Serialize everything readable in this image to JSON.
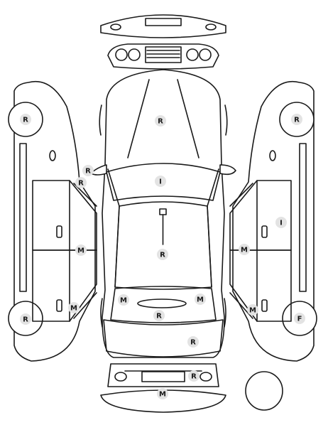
{
  "diagram": {
    "title": "",
    "markers": [
      {
        "id": "m-roof",
        "code": "R"
      },
      {
        "id": "m-windshield",
        "code": "I"
      },
      {
        "id": "m-left-front-wheel",
        "code": "R"
      },
      {
        "id": "m-left-mirror",
        "code": "R"
      },
      {
        "id": "m-left-front-fender",
        "code": "R"
      },
      {
        "id": "m-right-front-wheel",
        "code": "R"
      },
      {
        "id": "m-right-front-door",
        "code": "I"
      },
      {
        "id": "m-left-front-door",
        "code": "M"
      },
      {
        "id": "m-right-front-door-low",
        "code": "M"
      },
      {
        "id": "m-hood",
        "code": "R"
      },
      {
        "id": "m-trunk-left",
        "code": "M"
      },
      {
        "id": "m-trunk-right",
        "code": "M"
      },
      {
        "id": "m-rear-window",
        "code": "R"
      },
      {
        "id": "m-left-rear-door",
        "code": "M"
      },
      {
        "id": "m-right-rear-door",
        "code": "M"
      },
      {
        "id": "m-left-rear-wheel",
        "code": "R"
      },
      {
        "id": "m-right-rear-wheel",
        "code": "F"
      },
      {
        "id": "m-rear-bumper",
        "code": "R"
      },
      {
        "id": "m-rear-plate",
        "code": "R"
      },
      {
        "id": "m-rear-bottom",
        "code": "M"
      }
    ]
  }
}
